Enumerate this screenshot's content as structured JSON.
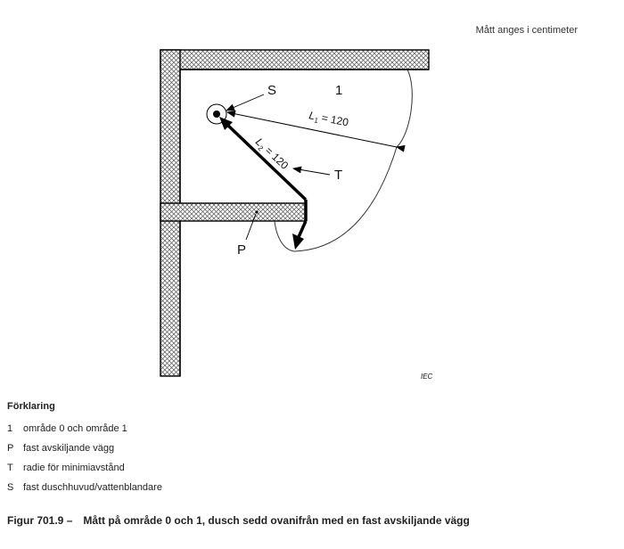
{
  "units_note": "Mått anges i centimeter",
  "labels": {
    "S": "S",
    "zone": "1",
    "T": "T",
    "P": "P",
    "L1_sym": "L",
    "L1_sub": "1",
    "L1_val": " = 120",
    "L2_sym": "L",
    "L2_sub": "2",
    "L2_val": " = 120",
    "iec": "IEC"
  },
  "legend": {
    "title": "Förklaring",
    "items": [
      {
        "key": "1",
        "text": "område 0 och område 1"
      },
      {
        "key": "P",
        "text": "fast avskiljande vägg"
      },
      {
        "key": "T",
        "text": "radie för minimiavstånd"
      },
      {
        "key": "S",
        "text": "fast duschhuvud/vattenblandare"
      }
    ]
  },
  "caption": {
    "number": "Figur 701.9 –",
    "text": "Mått på område 0 och 1, dusch sedd ovanifrån med en fast avskiljande vägg"
  }
}
